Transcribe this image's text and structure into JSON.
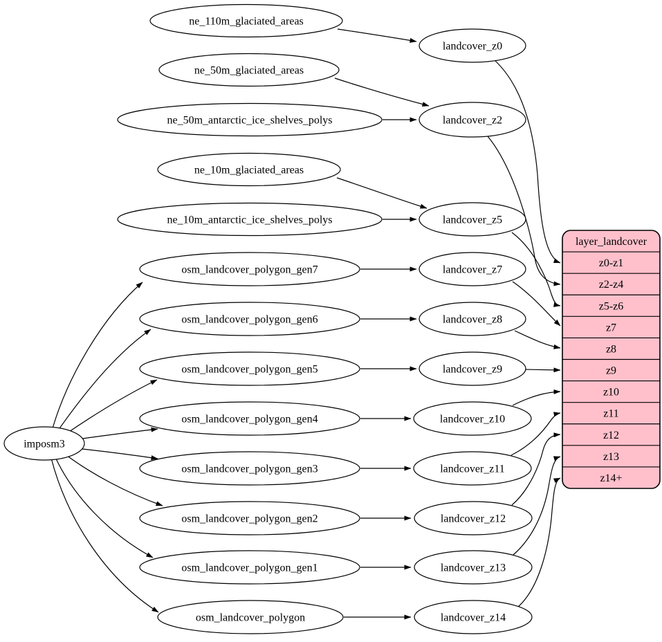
{
  "diagram": {
    "background": "#ffffff",
    "colors": {
      "node_fill": "#ffffff",
      "stroke": "#000000",
      "table_fill": "#ffc0cb",
      "text": "#000000"
    },
    "nodes": [
      {
        "id": "imposm3",
        "label": "imposm3"
      },
      {
        "id": "ne_110m_glaciated_areas",
        "label": "ne_110m_glaciated_areas"
      },
      {
        "id": "ne_50m_glaciated_areas",
        "label": "ne_50m_glaciated_areas"
      },
      {
        "id": "ne_50m_antarctic_ice_shelves_polys",
        "label": "ne_50m_antarctic_ice_shelves_polys"
      },
      {
        "id": "ne_10m_glaciated_areas",
        "label": "ne_10m_glaciated_areas"
      },
      {
        "id": "ne_10m_antarctic_ice_shelves_polys",
        "label": "ne_10m_antarctic_ice_shelves_polys"
      },
      {
        "id": "osm_landcover_polygon_gen7",
        "label": "osm_landcover_polygon_gen7"
      },
      {
        "id": "osm_landcover_polygon_gen6",
        "label": "osm_landcover_polygon_gen6"
      },
      {
        "id": "osm_landcover_polygon_gen5",
        "label": "osm_landcover_polygon_gen5"
      },
      {
        "id": "osm_landcover_polygon_gen4",
        "label": "osm_landcover_polygon_gen4"
      },
      {
        "id": "osm_landcover_polygon_gen3",
        "label": "osm_landcover_polygon_gen3"
      },
      {
        "id": "osm_landcover_polygon_gen2",
        "label": "osm_landcover_polygon_gen2"
      },
      {
        "id": "osm_landcover_polygon_gen1",
        "label": "osm_landcover_polygon_gen1"
      },
      {
        "id": "osm_landcover_polygon",
        "label": "osm_landcover_polygon"
      },
      {
        "id": "landcover_z0",
        "label": "landcover_z0"
      },
      {
        "id": "landcover_z2",
        "label": "landcover_z2"
      },
      {
        "id": "landcover_z5",
        "label": "landcover_z5"
      },
      {
        "id": "landcover_z7",
        "label": "landcover_z7"
      },
      {
        "id": "landcover_z8",
        "label": "landcover_z8"
      },
      {
        "id": "landcover_z9",
        "label": "landcover_z9"
      },
      {
        "id": "landcover_z10",
        "label": "landcover_z10"
      },
      {
        "id": "landcover_z11",
        "label": "landcover_z11"
      },
      {
        "id": "landcover_z12",
        "label": "landcover_z12"
      },
      {
        "id": "landcover_z13",
        "label": "landcover_z13"
      },
      {
        "id": "landcover_z14",
        "label": "landcover_z14"
      }
    ],
    "table": {
      "id": "layer_landcover",
      "title": "layer_landcover",
      "rows": [
        "z0-z1",
        "z2-z4",
        "z5-z6",
        "z7",
        "z8",
        "z9",
        "z10",
        "z11",
        "z12",
        "z13",
        "z14+"
      ]
    },
    "edges": [
      {
        "from": "ne_110m_glaciated_areas",
        "to": "landcover_z0"
      },
      {
        "from": "ne_50m_glaciated_areas",
        "to": "landcover_z2"
      },
      {
        "from": "ne_50m_antarctic_ice_shelves_polys",
        "to": "landcover_z2"
      },
      {
        "from": "ne_10m_glaciated_areas",
        "to": "landcover_z5"
      },
      {
        "from": "ne_10m_antarctic_ice_shelves_polys",
        "to": "landcover_z5"
      },
      {
        "from": "imposm3",
        "to": "osm_landcover_polygon_gen7"
      },
      {
        "from": "imposm3",
        "to": "osm_landcover_polygon_gen6"
      },
      {
        "from": "imposm3",
        "to": "osm_landcover_polygon_gen5"
      },
      {
        "from": "imposm3",
        "to": "osm_landcover_polygon_gen4"
      },
      {
        "from": "imposm3",
        "to": "osm_landcover_polygon_gen3"
      },
      {
        "from": "imposm3",
        "to": "osm_landcover_polygon_gen2"
      },
      {
        "from": "imposm3",
        "to": "osm_landcover_polygon_gen1"
      },
      {
        "from": "imposm3",
        "to": "osm_landcover_polygon"
      },
      {
        "from": "osm_landcover_polygon_gen7",
        "to": "landcover_z7"
      },
      {
        "from": "osm_landcover_polygon_gen6",
        "to": "landcover_z8"
      },
      {
        "from": "osm_landcover_polygon_gen5",
        "to": "landcover_z9"
      },
      {
        "from": "osm_landcover_polygon_gen4",
        "to": "landcover_z10"
      },
      {
        "from": "osm_landcover_polygon_gen3",
        "to": "landcover_z11"
      },
      {
        "from": "osm_landcover_polygon_gen2",
        "to": "landcover_z12"
      },
      {
        "from": "osm_landcover_polygon_gen1",
        "to": "landcover_z13"
      },
      {
        "from": "osm_landcover_polygon",
        "to": "landcover_z14"
      },
      {
        "from": "landcover_z0",
        "to": "layer_landcover",
        "port": "z0-z1"
      },
      {
        "from": "landcover_z2",
        "to": "layer_landcover",
        "port": "z2-z4"
      },
      {
        "from": "landcover_z5",
        "to": "layer_landcover",
        "port": "z5-z6"
      },
      {
        "from": "landcover_z7",
        "to": "layer_landcover",
        "port": "z7"
      },
      {
        "from": "landcover_z8",
        "to": "layer_landcover",
        "port": "z8"
      },
      {
        "from": "landcover_z9",
        "to": "layer_landcover",
        "port": "z9"
      },
      {
        "from": "landcover_z10",
        "to": "layer_landcover",
        "port": "z10"
      },
      {
        "from": "landcover_z11",
        "to": "layer_landcover",
        "port": "z11"
      },
      {
        "from": "landcover_z12",
        "to": "layer_landcover",
        "port": "z12"
      },
      {
        "from": "landcover_z13",
        "to": "layer_landcover",
        "port": "z13"
      },
      {
        "from": "landcover_z14",
        "to": "layer_landcover",
        "port": "z14+"
      }
    ]
  }
}
